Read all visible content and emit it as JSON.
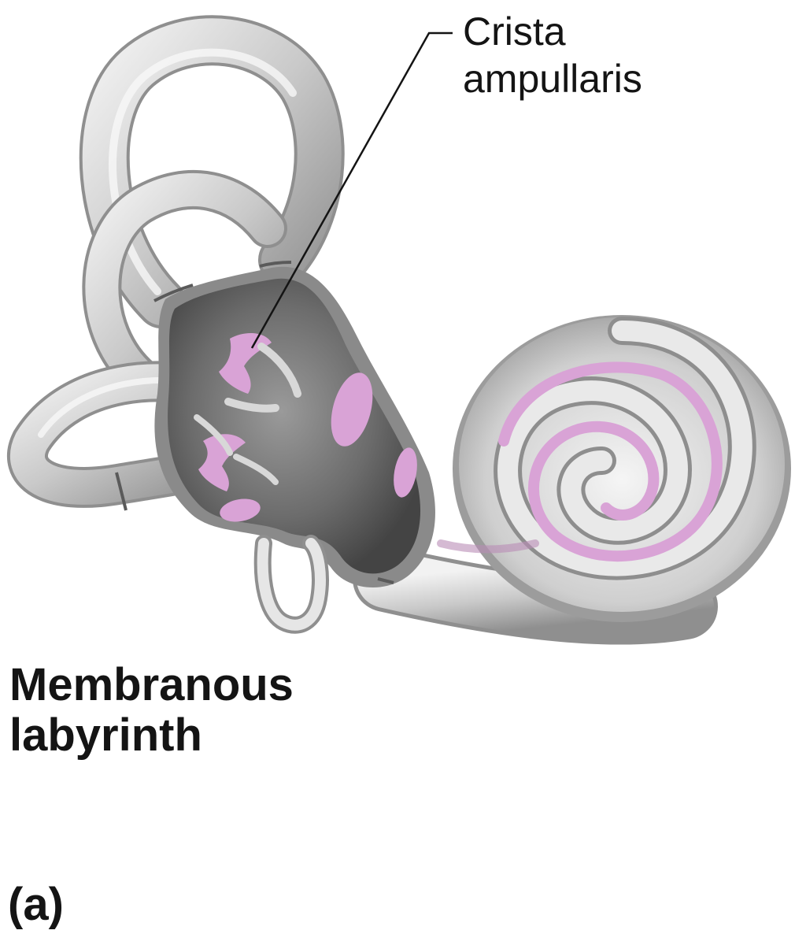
{
  "labels": {
    "callout_line1": "Crista",
    "callout_line2": "ampullaris",
    "main_line1": "Membranous",
    "main_line2": "labyrinth",
    "panel": "(a)"
  },
  "colors": {
    "membrane": "#c8c8c8",
    "membrane_light": "#ececec",
    "membrane_shadow": "#8a8a8a",
    "interior": "#6e6e6e",
    "interior_dark": "#4a4a4a",
    "sensory": "#d9a3d6",
    "text": "#141414"
  },
  "icons": {
    "ear": "membranous-labyrinth-illustration"
  }
}
